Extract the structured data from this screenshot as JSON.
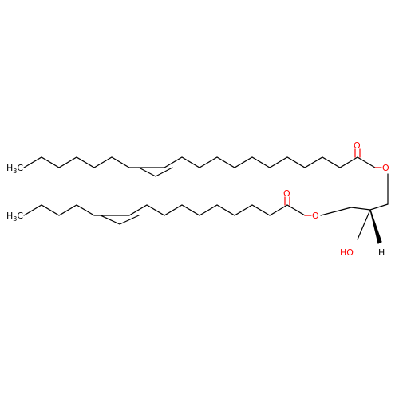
{
  "colors": {
    "bond": "#000000",
    "oxygen": "#ff0000",
    "background": "#ffffff"
  },
  "atoms": {
    "ch3_top": {
      "main": "H",
      "sub": "3",
      "end": "C"
    },
    "ch3_bottom": {
      "main": "H",
      "sub": "3",
      "end": "C"
    },
    "o_carbonyl_top": "O",
    "o_ester_top": "O",
    "o_carbonyl_bottom": "O",
    "o_ester_bottom": "O",
    "hydroxyl": "HO",
    "stereo_h": "H"
  }
}
